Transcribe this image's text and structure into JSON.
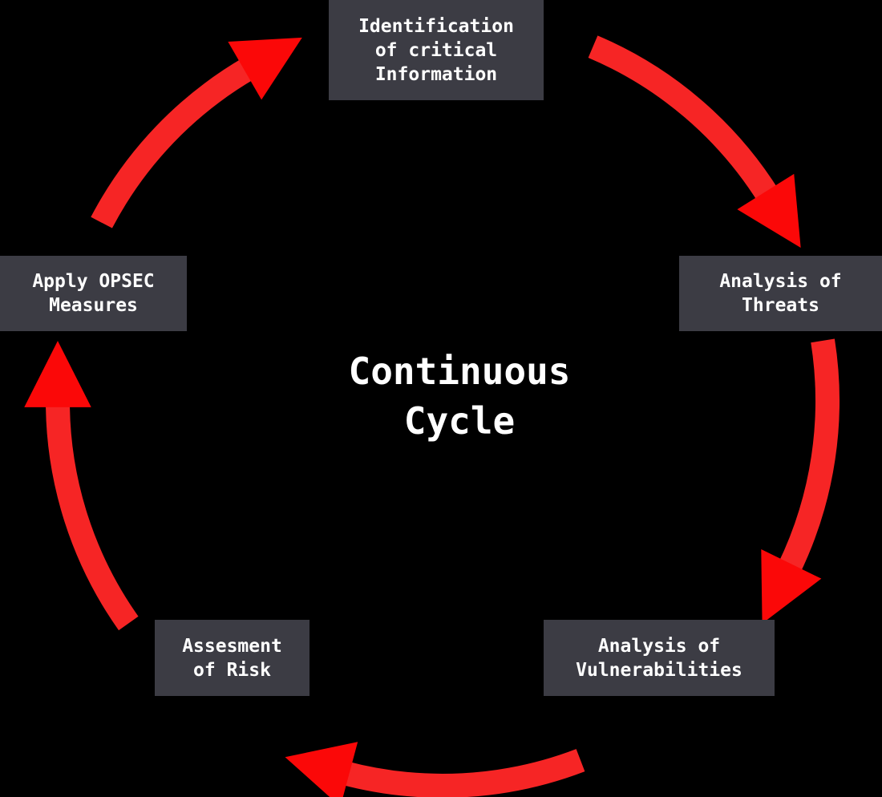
{
  "title": "Continuous Cycle",
  "center": {
    "line1": "Continuous",
    "line2": "Cycle"
  },
  "nodes": {
    "identification": {
      "lines": [
        "Identification",
        "of critical",
        "Information"
      ]
    },
    "threats": {
      "lines": [
        "Analysis of",
        "Threats"
      ]
    },
    "vulnerabilities": {
      "lines": [
        "Analysis of",
        "Vulnerabilities"
      ]
    },
    "risk": {
      "lines": [
        "Assesment",
        "of Risk"
      ]
    },
    "opsec": {
      "lines": [
        "Apply OPSEC",
        "Measures"
      ]
    }
  },
  "arrows": [
    {
      "from": "identification",
      "to": "threats"
    },
    {
      "from": "threats",
      "to": "vulnerabilities"
    },
    {
      "from": "vulnerabilities",
      "to": "risk"
    },
    {
      "from": "risk",
      "to": "opsec"
    },
    {
      "from": "opsec",
      "to": "identification"
    }
  ],
  "flow_direction": "clockwise",
  "colors": {
    "background": "#000000",
    "node_bg": "#3c3c44",
    "node_text": "#ffffff",
    "title_text": "#ffffff",
    "arrow": "#f62525",
    "arrowhead": "#fb0808"
  }
}
